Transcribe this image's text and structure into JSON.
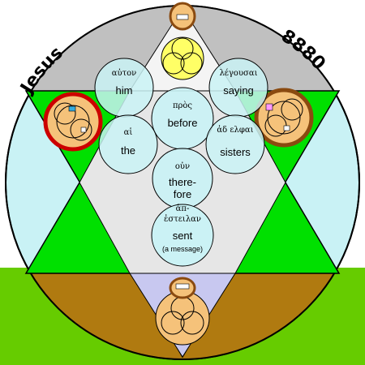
{
  "labels": {
    "left_title": "Jesus",
    "right_number": "8880"
  },
  "words": [
    {
      "id": "him",
      "greek": "αὐτον",
      "english": "him"
    },
    {
      "id": "saying",
      "greek": "λέγουσαι",
      "english": "saying"
    },
    {
      "id": "before",
      "greek": "πρὸς",
      "english": "before"
    },
    {
      "id": "the",
      "greek": "αἱ",
      "english": "the"
    },
    {
      "id": "sisters",
      "greek": "ἀδ ελφαι",
      "english": "sisters"
    },
    {
      "id": "therefore",
      "greek": "οὐν",
      "english": "there-\nfore"
    },
    {
      "id": "sent",
      "greek": "ἀπ- ἐστειλαν",
      "english": "sent",
      "note": "(a message)"
    }
  ],
  "palette": {
    "outer_circle": "#c9f2f5",
    "top_band": "#c0c0c0",
    "triangles": "#00e000",
    "center_field": "#e6e6e6",
    "bottom_band": "#b07a10",
    "word_circle": "#c9f2f5",
    "grass": "#66cc00"
  }
}
